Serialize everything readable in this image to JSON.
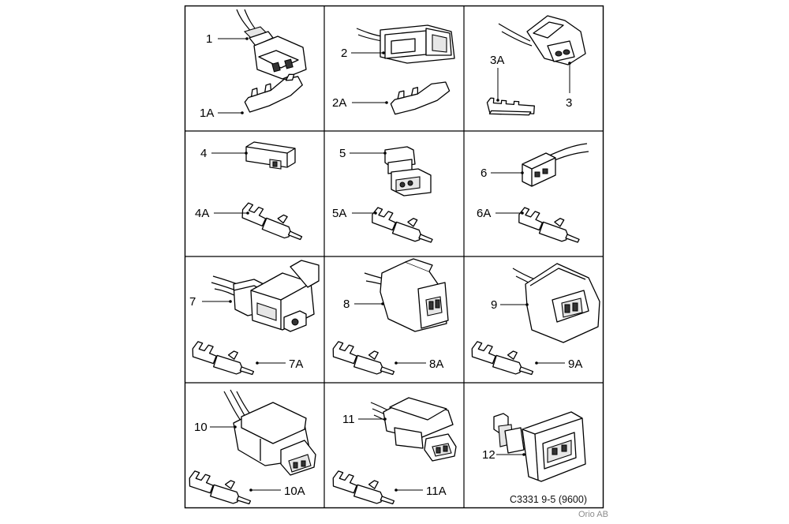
{
  "drawing_code": "C3331 9-5 (9600)",
  "credit": "Orio AB",
  "callouts": {
    "c1": "1",
    "c1a": "1A",
    "c2": "2",
    "c2a": "2A",
    "c3": "3",
    "c3a": "3A",
    "c4": "4",
    "c4a": "4A",
    "c5": "5",
    "c5a": "5A",
    "c6": "6",
    "c6a": "6A",
    "c7": "7",
    "c7a": "7A",
    "c8": "8",
    "c8a": "8A",
    "c9": "9",
    "c9a": "9A",
    "c10": "10",
    "c10a": "10A",
    "c11": "11",
    "c11a": "11A",
    "c12": "12"
  }
}
